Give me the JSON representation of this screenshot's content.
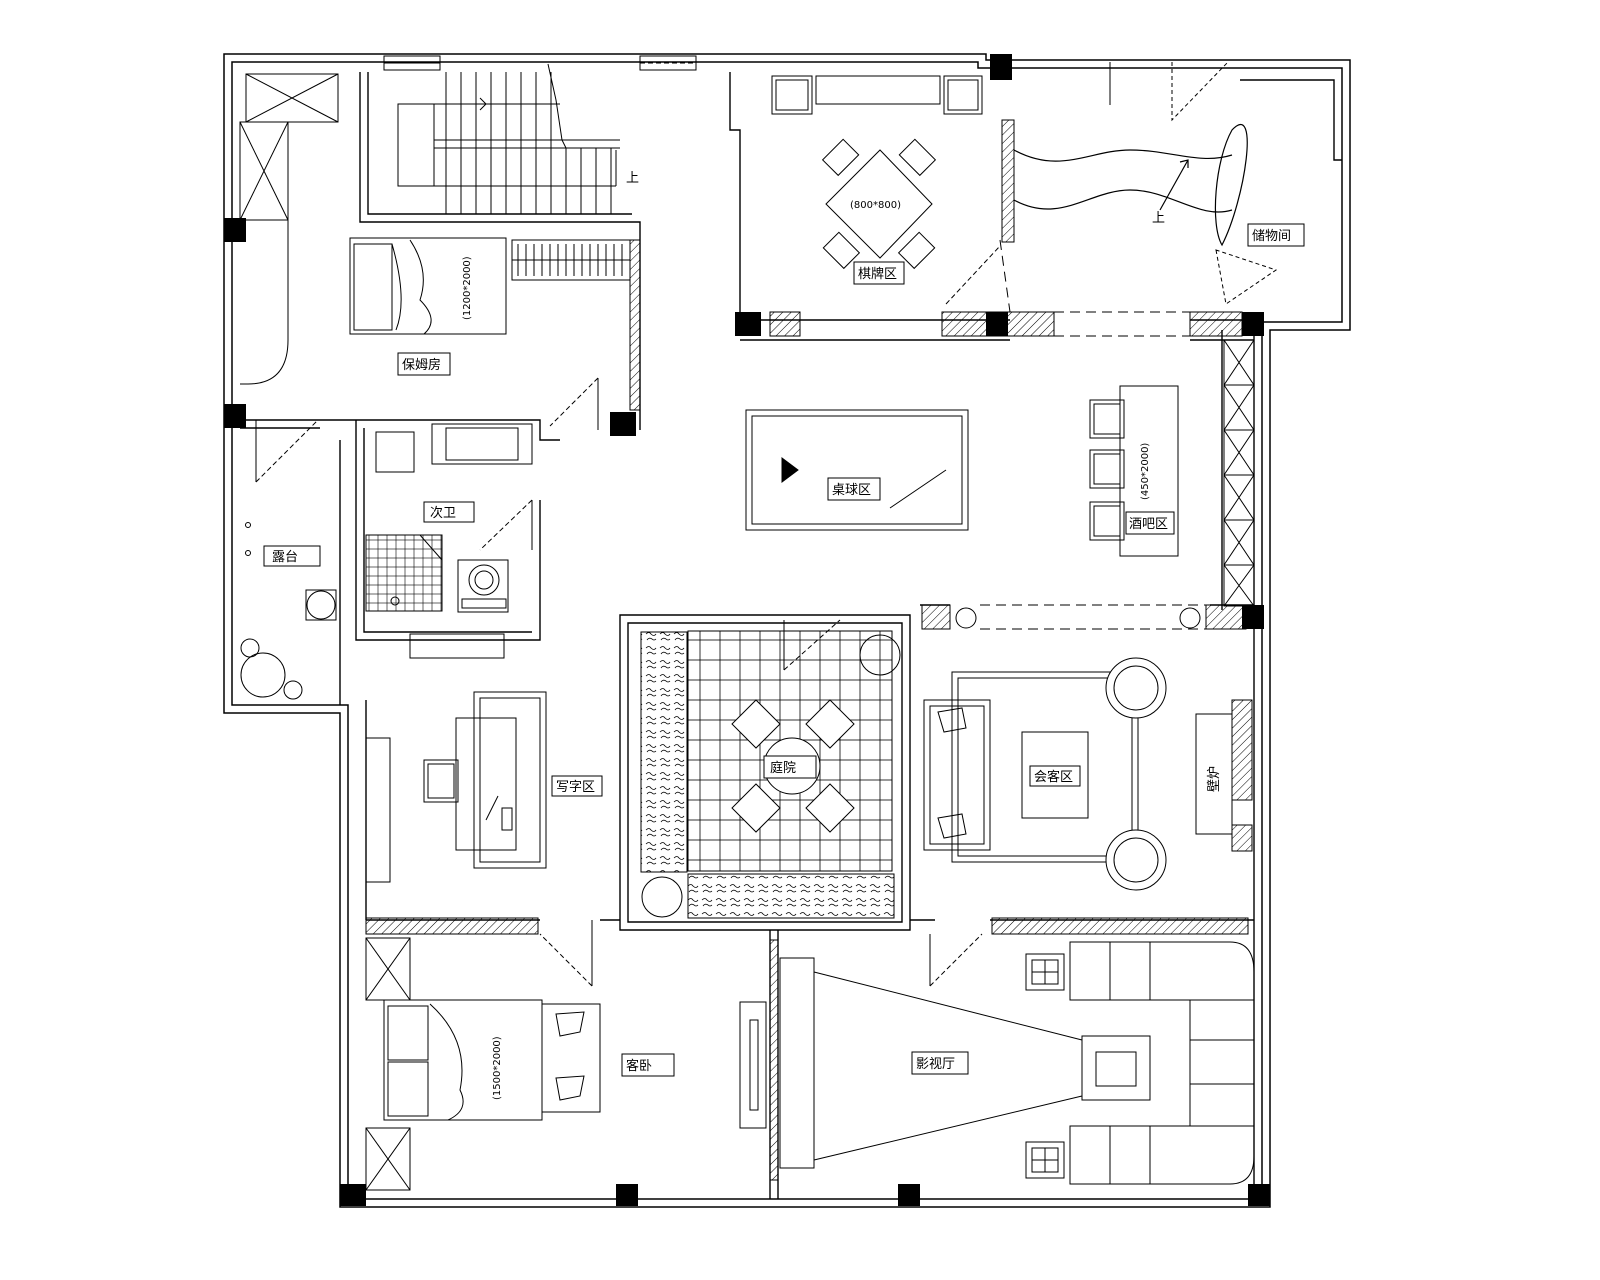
{
  "plan": {
    "colors": {
      "line": "#000000",
      "background": "#ffffff",
      "hatch": "#000000"
    },
    "rooms": [
      {
        "id": "storage-room",
        "label": "储物间"
      },
      {
        "id": "chess-area",
        "label": "棋牌区"
      },
      {
        "id": "nanny-room",
        "label": "保姆房"
      },
      {
        "id": "billiards-area",
        "label": "桌球区"
      },
      {
        "id": "bar-area",
        "label": "酒吧区"
      },
      {
        "id": "secondary-bathroom",
        "label": "次卫"
      },
      {
        "id": "laundry-balcony",
        "label": "露台"
      },
      {
        "id": "courtyard",
        "label": "庭院"
      },
      {
        "id": "study-area",
        "label": "写字区"
      },
      {
        "id": "lounge-area",
        "label": "会客区"
      },
      {
        "id": "fireplace",
        "label": "壁炉"
      },
      {
        "id": "guest-bedroom",
        "label": "客卧"
      },
      {
        "id": "theater",
        "label": "影视厅"
      }
    ],
    "stair_marks": {
      "main_stair": "上",
      "curved_stair": "上"
    },
    "dimensions": {
      "nanny_bed": "(1200*2000)",
      "chess_table": "(800*800)",
      "bar_counter": "(450*2000)",
      "guest_bed": "(1500*2000)"
    }
  }
}
